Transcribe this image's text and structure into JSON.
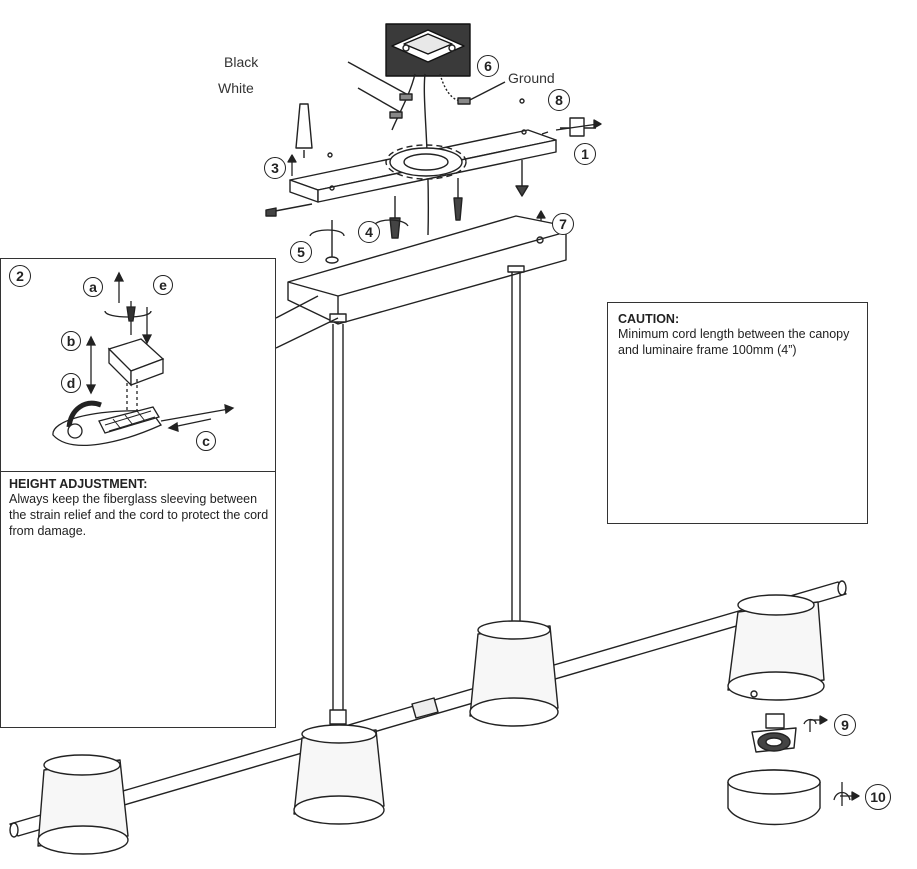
{
  "wires": {
    "black": "Black",
    "white": "White",
    "ground": "Ground"
  },
  "steps": [
    "1",
    "2",
    "3",
    "4",
    "5",
    "6",
    "7",
    "8",
    "9",
    "10"
  ],
  "height_adjustment": {
    "step_number": "2",
    "letters": [
      "a",
      "b",
      "c",
      "d",
      "e"
    ],
    "title": "HEIGHT ADJUSTMENT:",
    "text": "Always keep the fiberglass sleeving between the strain relief and the cord to protect the cord from damage."
  },
  "caution": {
    "title": "CAUTION:",
    "text": "Minimum cord length between the canopy and luminaire frame 100mm (4”)"
  },
  "colors": {
    "line": "#222222",
    "shade_fill": "#f2f2f2",
    "ceiling": "#333333"
  }
}
